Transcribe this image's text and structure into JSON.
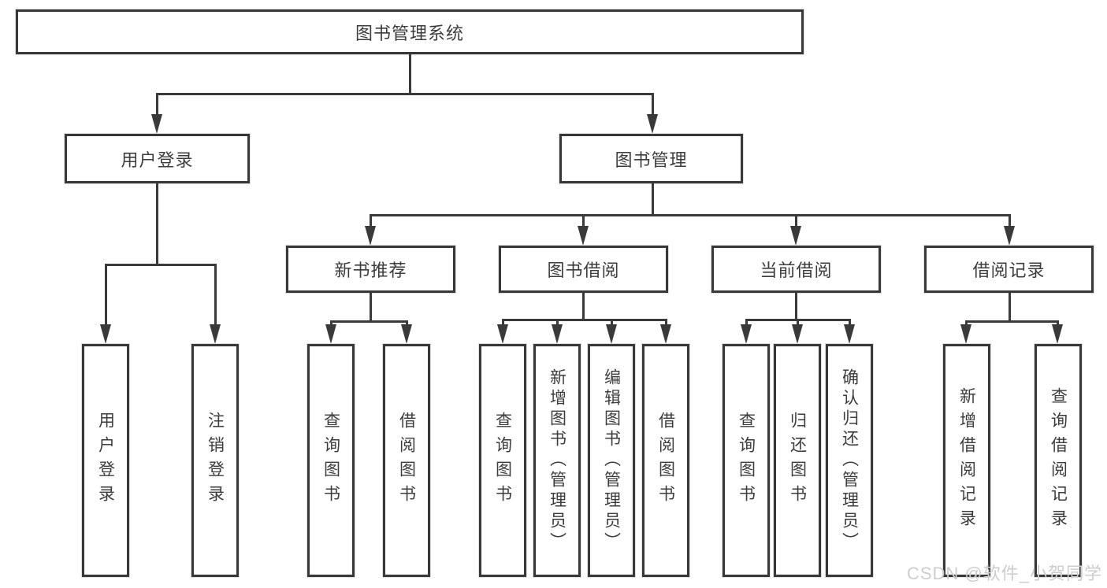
{
  "meta": {
    "background_color": "#FFFFFF",
    "line_color": "#3A3A3A",
    "box_border_color": "#383838",
    "text_color": "#3C3C3C",
    "watermark_color": "#CDCDCD"
  },
  "tree": {
    "label": "图书管理系统",
    "children": [
      {
        "label": "用户登录",
        "children": [
          {
            "label": "用户登录"
          },
          {
            "label": "注销登录"
          }
        ]
      },
      {
        "label": "图书管理",
        "children": [
          {
            "label": "新书推荐",
            "children": [
              {
                "label": "查询图书"
              },
              {
                "label": "借阅图书"
              }
            ]
          },
          {
            "label": "图书借阅",
            "children": [
              {
                "label": "查询图书"
              },
              {
                "label": "新增图书（管理员）"
              },
              {
                "label": "编辑图书（管理员）"
              },
              {
                "label": "借阅图书"
              }
            ]
          },
          {
            "label": "当前借阅",
            "children": [
              {
                "label": "查询图书"
              },
              {
                "label": "归还图书"
              },
              {
                "label": "确认归还（管理员）"
              }
            ]
          },
          {
            "label": "借阅记录",
            "children": [
              {
                "label": "新增借阅记录"
              },
              {
                "label": "查询借阅记录"
              }
            ]
          }
        ]
      }
    ]
  },
  "watermark": {
    "text": "CSDN @软件_小贺同学"
  }
}
